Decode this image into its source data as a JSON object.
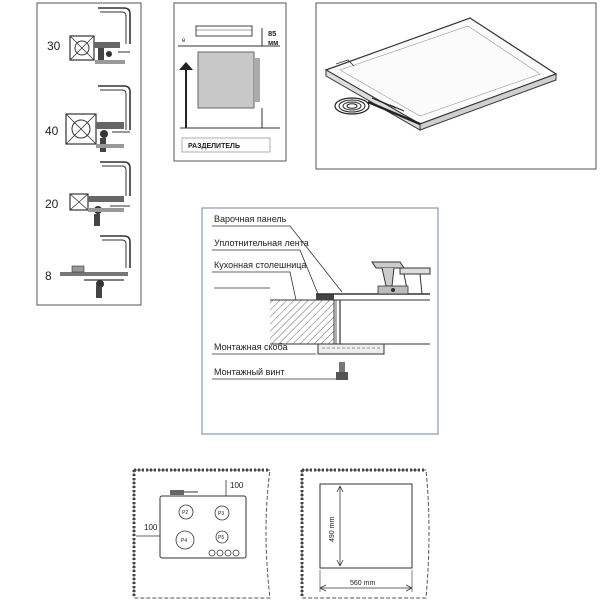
{
  "panel_depths": {
    "values": [
      "30",
      "40",
      "20",
      "8"
    ]
  },
  "spacer_panel": {
    "dimension": "85",
    "unit": "мм",
    "label": "РАЗДЕЛИТЕЛЬ"
  },
  "install_section": {
    "labels": [
      "Варочная панель",
      "Уплотнительная лента",
      "Кухонная столешница",
      "Монтажная скоба",
      "Монтажный винт"
    ]
  },
  "top_view": {
    "clearance_top": "100",
    "clearance_left": "100",
    "burners": [
      "P2",
      "P3",
      "P4",
      "P5"
    ]
  },
  "cutout": {
    "depth": "490 mm",
    "width": "560 mm"
  }
}
